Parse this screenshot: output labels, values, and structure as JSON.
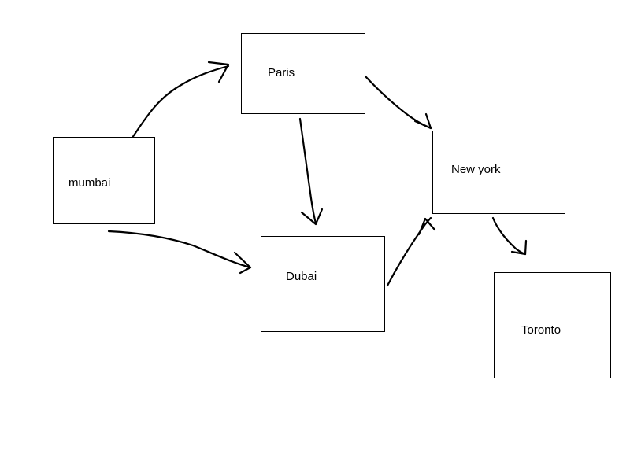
{
  "diagram": {
    "nodes": [
      {
        "id": "mumbai",
        "label": "mumbai"
      },
      {
        "id": "paris",
        "label": "Paris"
      },
      {
        "id": "dubai",
        "label": "Dubai"
      },
      {
        "id": "newyork",
        "label": "New york"
      },
      {
        "id": "toronto",
        "label": "Toronto"
      }
    ],
    "edges": [
      {
        "from": "mumbai",
        "to": "paris"
      },
      {
        "from": "mumbai",
        "to": "dubai"
      },
      {
        "from": "paris",
        "to": "dubai"
      },
      {
        "from": "paris",
        "to": "newyork"
      },
      {
        "from": "dubai",
        "to": "newyork"
      },
      {
        "from": "newyork",
        "to": "toronto"
      }
    ],
    "colors": {
      "stroke": "#000000",
      "background": "#ffffff"
    }
  }
}
